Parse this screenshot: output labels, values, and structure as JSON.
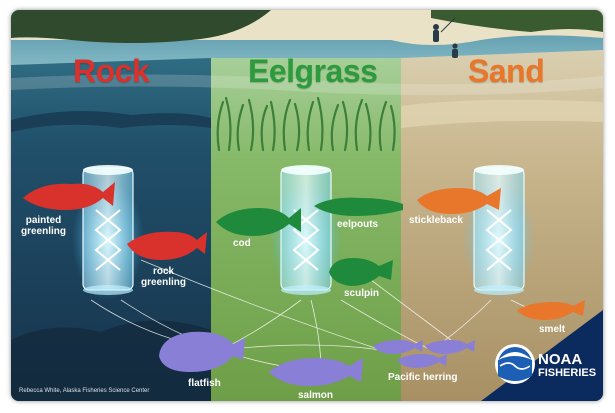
{
  "zones": [
    {
      "id": "rock",
      "title": "Rock",
      "color": "#d9322c"
    },
    {
      "id": "eelgrass",
      "title": "Eelgrass",
      "color": "#2e9a3e"
    },
    {
      "id": "sand",
      "title": "Sand",
      "color": "#e8762b"
    }
  ],
  "fish": {
    "painted_greenling": {
      "line1": "painted",
      "line2": "greenling",
      "color": "#d9322c"
    },
    "rock_greenling": {
      "line1": "rock",
      "line2": "greenling",
      "color": "#d9322c"
    },
    "cod": {
      "label": "cod",
      "color": "#1f8a3c"
    },
    "eelpouts": {
      "label": "eelpouts",
      "color": "#1f8a3c"
    },
    "sculpin": {
      "label": "sculpin",
      "color": "#1f8a3c"
    },
    "stickleback": {
      "label": "stickleback",
      "color": "#e8762b"
    },
    "smelt": {
      "label": "smelt",
      "color": "#e8762b"
    },
    "flatfish": {
      "label": "flatfish",
      "color": "#8a7fd6"
    },
    "salmon": {
      "label": "salmon",
      "color": "#8a7fd6"
    },
    "pacific_herring": {
      "label": "Pacific herring",
      "color": "#8a7fd6"
    }
  },
  "logo": {
    "line1": "NOAA",
    "line2": "FISHERIES",
    "emblem": "NOAA"
  },
  "credit": "Rebecca White, Alaska Fisheries Science Center",
  "icons": [
    "dna-helix-icon",
    "sample-jar-icon",
    "fisher-figure-icon"
  ]
}
